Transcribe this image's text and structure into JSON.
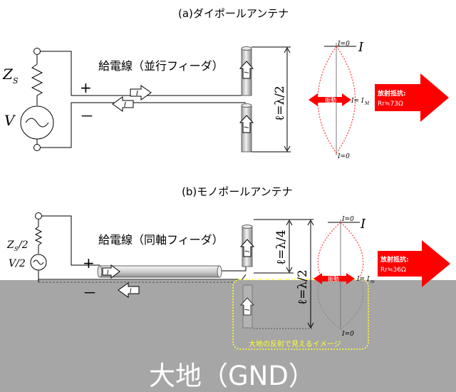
{
  "section_a": {
    "title": "(a)ダイポールアンテナ",
    "feeder_label": "給電線（並行フィーダ）",
    "plus": "+",
    "minus": "－",
    "source_impedance": "Z",
    "source_impedance_sub": "S",
    "source_voltage": "V",
    "current_symbol": "I",
    "length_label": "ℓ=λ/2",
    "dist_top": "I=0",
    "dist_axis": "I",
    "dist_bottom": "I=0",
    "dist_mid": "I= I",
    "dist_mid_sub": "M",
    "vibration": "振動",
    "rad_title": "放射抵抗:",
    "rad_value": "Rr≒73Ω"
  },
  "section_b": {
    "title": "(b)モノポールアンテナ",
    "feeder_label": "給電線（同軸フィーダ）",
    "plus": "+",
    "minus": "－",
    "source_impedance": "Z",
    "source_impedance_sub": "S",
    "source_impedance_tail": "/2",
    "source_voltage": "V/2",
    "current_symbol": "I",
    "length_quarter": "ℓ=λ/4",
    "length_half": "ℓ=λ/2",
    "dist_top": "I=0",
    "dist_axis": "I",
    "dist_bottom": "I=0",
    "dist_mid": "I= I",
    "dist_mid_sub": "m",
    "vibration": "振動",
    "rad_title": "放射抵抗:",
    "rad_value": "Rr≒36Ω",
    "image_note": "大地の反射で見えるイメージ"
  },
  "ground_label": "大地（GND）",
  "colors": {
    "ground": "#a6a6a6",
    "arrow_red": "#ff0000",
    "dotted_red": "#ff3b3b",
    "image_box": "#ffff33",
    "pipe": "#d9d9d9"
  }
}
